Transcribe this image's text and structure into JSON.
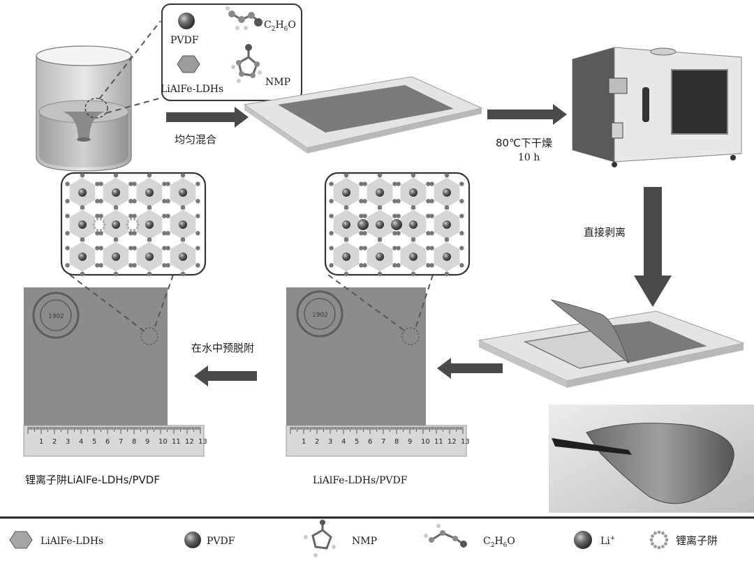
{
  "inset_legend": {
    "pvdf": "PVDF",
    "c2h6o_main": "C",
    "c2h6o_sub1": "2",
    "c2h6o_mid": "H",
    "c2h6o_sub2": "6",
    "c2h6o_end": "O",
    "nmp": "NMP",
    "ldh": "LiAlFe-LDHs"
  },
  "steps": {
    "mix": "均匀混合",
    "dry_line1": "80℃下干燥",
    "dry_line2": "10 h",
    "peel": "直接剥离",
    "predesorb": "在水中预脱附"
  },
  "captions": {
    "left_film": "锂离子阱LiAlFe-LDHs/PVDF",
    "middle_film": "LiAlFe-LDHs/PVDF"
  },
  "seal_year": "1902",
  "ruler_ticks": [
    "1",
    "2",
    "3",
    "4",
    "5",
    "6",
    "7",
    "8",
    "9",
    "10",
    "11",
    "12",
    "13"
  ],
  "legend": {
    "ldh": "LiAlFe-LDHs",
    "pvdf": "PVDF",
    "nmp": "NMP",
    "c2h6o_main": "C",
    "c2h6o_sub1": "2",
    "c2h6o_mid": "H",
    "c2h6o_sub2": "6",
    "c2h6o_end": "O",
    "li_main": "Li",
    "li_sup": "+",
    "trap": "锂离子阱"
  },
  "colors": {
    "arrow": "#4a4a4a",
    "film": "#8c8c8c",
    "plate": "#e2e2e2",
    "sphere": "#5a5a5a"
  }
}
